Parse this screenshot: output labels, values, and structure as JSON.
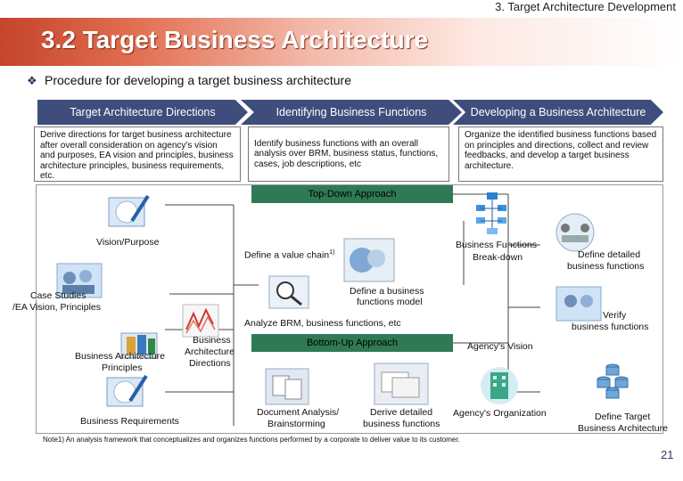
{
  "header": {
    "section": "3. Target Architecture Development",
    "title": "3.2 Target Business Architecture"
  },
  "bullet": {
    "icon": "diamond-bullet-icon",
    "text": "Procedure for developing a target business architecture"
  },
  "steps": [
    {
      "label": "Target Architecture Directions",
      "description": "Derive directions for target business architecture after overall consideration on agency's vision and purposes, EA vision and principles, business architecture principles, business requirements, etc."
    },
    {
      "label": "Identifying Business Functions",
      "description": "Identify business functions with an overall analysis over BRM, business status, functions, cases, job descriptions, etc"
    },
    {
      "label": "Developing a Business Architecture",
      "description": "Organize the identified business functions based on principles and directions, collect and review feedbacks, and develop a target business architecture."
    }
  ],
  "diagram": {
    "top_down": "Top-Down Approach",
    "bottom_up": "Bottom-Up Approach",
    "vision_purpose": "Vision/Purpose",
    "case_studies_1": "Case Studies",
    "case_studies_2": "/EA Vision, Principles",
    "ba_principles_1": "Business Architecture",
    "ba_principles_2": "Principles",
    "business_requirements": "Business Requirements",
    "ba_directions_1": "Business",
    "ba_directions_2": "Architecture",
    "ba_directions_3": "Directions",
    "value_chain": "Define a value chain",
    "value_chain_note": "1)",
    "define_model_1": "Define a business",
    "define_model_2": "functions model",
    "analyze_brm": "Analyze BRM, business functions, etc",
    "doc_analysis_1": "Document Analysis/",
    "doc_analysis_2": "Brainstorming",
    "derive_bf_1": "Derive detailed",
    "derive_bf_2": "business functions",
    "breakdown_1": "Business Functions",
    "breakdown_2": "Break-down",
    "agency_vision": "Agency's Vision",
    "agency_org": "Agency's Organization",
    "define_detailed_1": "Define detailed",
    "define_detailed_2": "business functions",
    "verify_1": "Verify",
    "verify_2": "business functions",
    "define_target_1": "Define Target",
    "define_target_2": "Business Architecture"
  },
  "footnote": "Note1) An analysis framework that conceptualizes and organizes functions performed by a corporate to deliver value to its customer.",
  "page_number": "21",
  "colors": {
    "chevron": "#3f4d7d",
    "approach_bar": "#2f7a54",
    "title_red": "#c4452b"
  }
}
